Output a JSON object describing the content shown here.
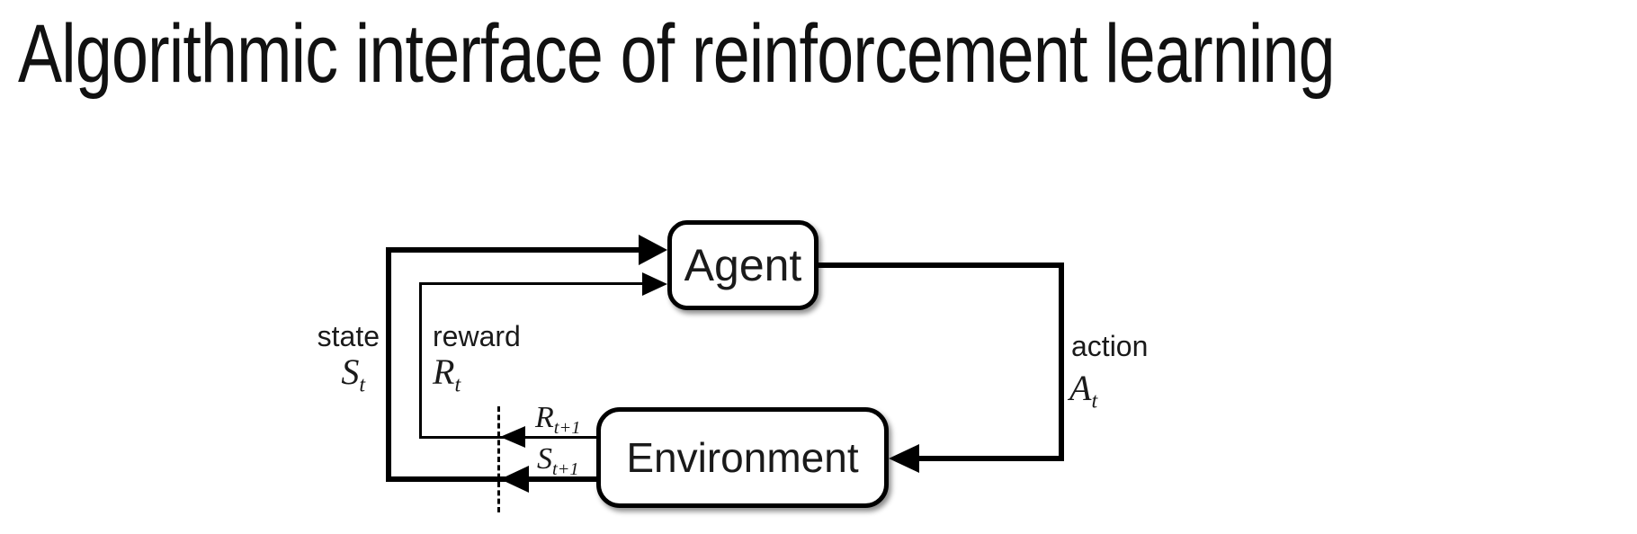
{
  "slide": {
    "title": "Algorithmic interface of reinforcement learning"
  },
  "diagram": {
    "agent": {
      "label": "Agent"
    },
    "environment": {
      "label": "Environment"
    },
    "state": {
      "caption": "state",
      "symbol": "S",
      "subscript": "t"
    },
    "reward": {
      "caption": "reward",
      "symbol": "R",
      "subscript": "t"
    },
    "action": {
      "caption": "action",
      "symbol": "A",
      "subscript": "t"
    },
    "next_reward": {
      "symbol": "R",
      "subscript": "t+1"
    },
    "next_state": {
      "symbol": "S",
      "subscript": "t+1"
    },
    "colors": {
      "line": "#000000",
      "background": "#ffffff",
      "box_fill": "#ffffff",
      "text": "#1a1a1a"
    }
  }
}
